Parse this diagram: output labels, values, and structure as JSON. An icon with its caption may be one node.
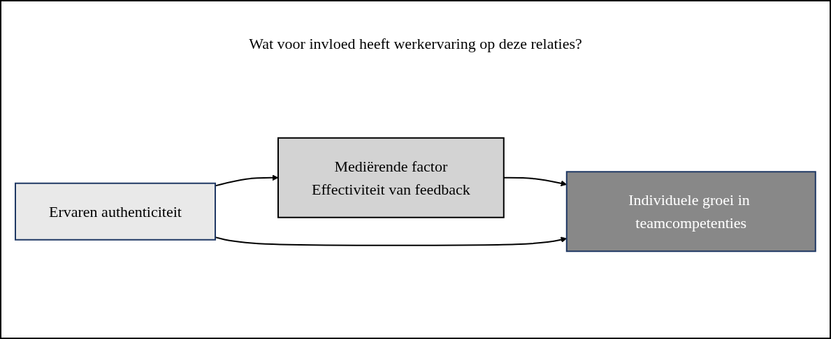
{
  "diagram": {
    "nodes": [
      {
        "text": [
          "Mediërende factor",
          "Effectiviteit van feedback"
        ]
      },
      {
        "text": [
          "Ervaren authenticiteit"
        ]
      },
      {
        "text": [
          "Individuele groei in teamcompetenties"
        ]
      }
    ],
    "edges": [
      {
        "from": 1,
        "to": 0,
        "arrow": "to"
      },
      {
        "from": 0,
        "to": 2,
        "arrow": "to"
      },
      {
        "from": 1,
        "to": 2,
        "arrow": "to"
      }
    ],
    "labels": [
      "Wat voor invloed heeft werkervaring op deze relaties?"
    ]
  }
}
